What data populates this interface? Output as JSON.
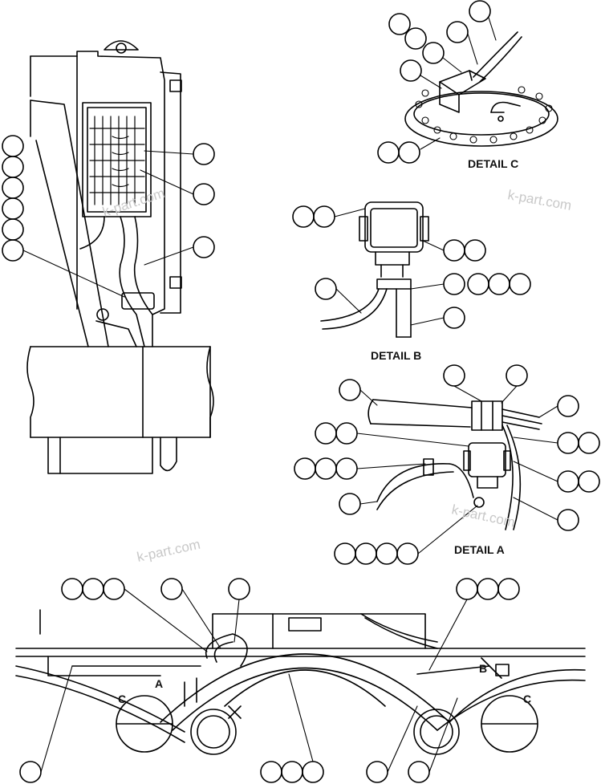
{
  "details": {
    "a": "DETAIL A",
    "b": "DETAIL B",
    "c": "DETAIL C"
  },
  "letters": {
    "a": "A",
    "b": "B",
    "c_left": "C",
    "c_right": "C"
  },
  "watermark": "k-part.com"
}
